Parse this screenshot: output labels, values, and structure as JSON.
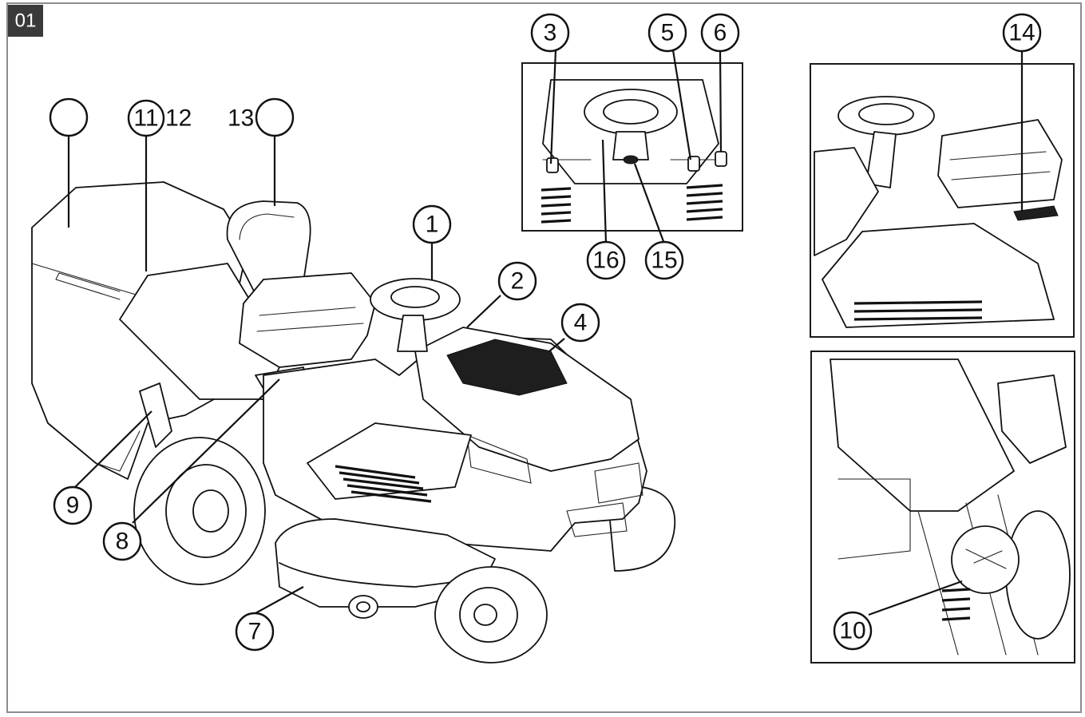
{
  "figure": {
    "tag": "01",
    "floating_labels": {
      "label_12": "12",
      "label_13": "13"
    },
    "callouts": {
      "c1": "1",
      "c2": "2",
      "c3": "3",
      "c4": "4",
      "c5": "5",
      "c6": "6",
      "c7": "7",
      "c8": "8",
      "c9": "9",
      "c10": "10",
      "c11": "11",
      "c14": "14",
      "c15": "15",
      "c16": "16",
      "blank_a": "",
      "blank_b": ""
    }
  }
}
